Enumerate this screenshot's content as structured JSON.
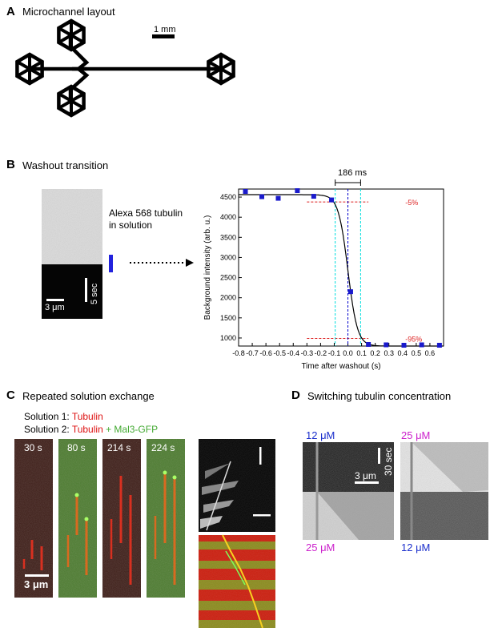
{
  "panelA": {
    "label": "A",
    "title": "Microchannel layout",
    "scalebar": "1 mm"
  },
  "panelB": {
    "label": "B",
    "title": "Washout transition",
    "kymo_text_line1": "Alexa 568 tubulin",
    "kymo_text_line2": "in solution",
    "scale_x": "3 μm",
    "scale_y": "5 sec",
    "bracket_label": "186 ms",
    "ann_top": "-5%",
    "ann_bottom": "-95%"
  },
  "chart_data": {
    "type": "scatter",
    "title": "",
    "xlabel": "Time after washout (s)",
    "ylabel": "Background intensity (arb. u.)",
    "xlim": [
      -0.8,
      0.7
    ],
    "ylim": [
      800,
      4700
    ],
    "xticks": [
      "-0.8",
      "-0.7",
      "-0.6",
      "-0.5",
      "-0.4",
      "-0.3",
      "-0.2",
      "-0.1",
      "0.0",
      "0.1",
      "0.2",
      "0.3",
      "0.4",
      "0.5",
      "0.6"
    ],
    "xtick_values": [
      -0.8,
      -0.7,
      -0.6,
      -0.5,
      -0.4,
      -0.3,
      -0.2,
      -0.1,
      0.0,
      0.1,
      0.2,
      0.3,
      0.4,
      0.5,
      0.6
    ],
    "yticks": [
      "1000",
      "1500",
      "2000",
      "2500",
      "3000",
      "3500",
      "4000",
      "4500"
    ],
    "ytick_values": [
      1000,
      1500,
      2000,
      2500,
      3000,
      3500,
      4000,
      4500
    ],
    "points_x": [
      -0.75,
      -0.63,
      -0.51,
      -0.37,
      -0.25,
      -0.12,
      0.02,
      0.15,
      0.28,
      0.41,
      0.54,
      0.67
    ],
    "points_y": [
      4640,
      4510,
      4470,
      4660,
      4520,
      4430,
      2150,
      840,
      830,
      820,
      830,
      820
    ],
    "fit": {
      "high": 4560,
      "low": 800,
      "center": 0.0,
      "width": 0.035
    },
    "vlines_cyan": [
      -0.093,
      0.093
    ],
    "vline_blue": 0.0,
    "hline_top": 4380,
    "hline_bottom": 990,
    "colors": {
      "points": "#1a1acc",
      "cyan": "#00dddd",
      "blue": "#0000cc",
      "red": "#dd2222",
      "fit": "#000000"
    }
  },
  "panelC": {
    "label": "C",
    "title": "Repeated solution exchange",
    "sol1_prefix": "Solution 1: ",
    "sol1_tubulin": "Tubulin",
    "sol2_prefix": "Solution 2: ",
    "sol2_tubulin": "Tubulin",
    "sol2_mal3": " + Mal3-GFP",
    "frames": [
      "30 s",
      "80 s",
      "214 s",
      "224 s"
    ],
    "scale": "3 μm",
    "colors": {
      "red": "#dd1111",
      "green": "#44aa33"
    }
  },
  "panelD": {
    "label": "D",
    "title": "Switching tubulin concentration",
    "left_top": "12 μM",
    "left_bottom": "25 μM",
    "right_top": "25 μM",
    "right_bottom": "12 μM",
    "scale_x": "3 μm",
    "scale_y": "30 sec",
    "colors": {
      "blue": "#1a2ecc",
      "magenta": "#cc22cc"
    }
  }
}
